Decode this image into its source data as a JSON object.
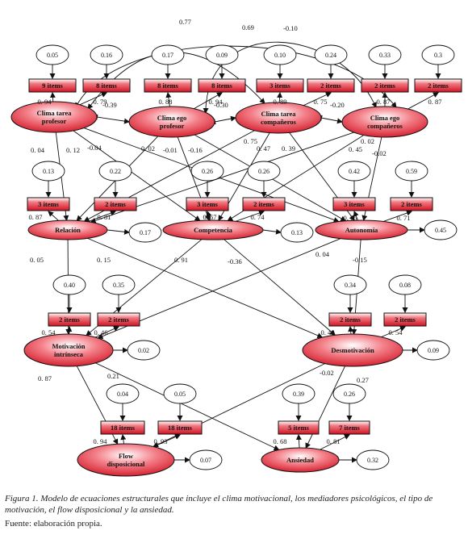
{
  "colors": {
    "fill": "#e31b2b",
    "fill_light": "#ffffff",
    "stroke": "#111111",
    "text": "#111111"
  },
  "diagram": {
    "latents": [
      {
        "id": "cp",
        "lines": [
          "Clima tarea",
          "profesor"
        ]
      },
      {
        "id": "ep",
        "lines": [
          "Clima ego",
          "profesor"
        ]
      },
      {
        "id": "cc",
        "lines": [
          "Clima tarea",
          "compañeros"
        ]
      },
      {
        "id": "ec",
        "lines": [
          "Clima ego",
          "compañeros"
        ]
      },
      {
        "id": "rel",
        "lines": [
          "Relación"
        ]
      },
      {
        "id": "com",
        "lines": [
          "Competencia"
        ]
      },
      {
        "id": "aut",
        "lines": [
          "Autonomía"
        ]
      },
      {
        "id": "mot",
        "lines": [
          "Motivación",
          "intrínseca"
        ]
      },
      {
        "id": "des",
        "lines": [
          "Desmotivación"
        ]
      },
      {
        "id": "flw",
        "lines": [
          "Flow",
          "disposicional"
        ]
      },
      {
        "id": "ans",
        "lines": [
          "Ansiedad"
        ]
      }
    ],
    "indicators": [
      {
        "id": "i1",
        "label": "9 items",
        "latent": "cp",
        "loading": "0. 94",
        "error": "0.05"
      },
      {
        "id": "i2",
        "label": "8 items",
        "latent": "cp",
        "loading": "0. 79",
        "error": "0.16"
      },
      {
        "id": "i3",
        "label": "8 items",
        "latent": "ep",
        "loading": "0. 88",
        "error": "0.17"
      },
      {
        "id": "i4",
        "label": "8 items",
        "latent": "ep",
        "loading": "0. 94",
        "error": "0.09"
      },
      {
        "id": "i5",
        "label": "3 items",
        "latent": "cc",
        "loading": "0. 89",
        "error": "0.10"
      },
      {
        "id": "i6",
        "label": "2 items",
        "latent": "cc",
        "loading": "0. 75",
        "error": "0.24"
      },
      {
        "id": "i7",
        "label": "2 items",
        "latent": "ec",
        "loading": "0. 87",
        "error": "0.33"
      },
      {
        "id": "i8",
        "label": "2 items",
        "latent": "ec",
        "loading": "0. 87",
        "error": "0.3"
      },
      {
        "id": "i9",
        "label": "3 items",
        "latent": "rel",
        "loading": "0. 87",
        "error": "0.13"
      },
      {
        "id": "i10",
        "label": "2 items",
        "latent": "rel",
        "loading": "0. 81",
        "error": "0.22"
      },
      {
        "id": "i11",
        "label": "3 items",
        "latent": "com",
        "loading": "0. 67",
        "error": "0.26"
      },
      {
        "id": "i12",
        "label": "2 items",
        "latent": "com",
        "loading": "0. 74",
        "error": "0.26"
      },
      {
        "id": "i13",
        "label": "3 items",
        "latent": "aut",
        "loading": "0. 75",
        "error": "0.42"
      },
      {
        "id": "i14",
        "label": "2 items",
        "latent": "aut",
        "loading": "0. 71",
        "error": "0.59"
      },
      {
        "id": "i15",
        "label": "2 items",
        "latent": "mot",
        "loading": "0. 54",
        "error": "0.40"
      },
      {
        "id": "i16",
        "label": "2 items",
        "latent": "mot",
        "loading": "0. 46",
        "error": "0.35"
      },
      {
        "id": "i17",
        "label": "2 items",
        "latent": "des",
        "loading": "0. 48",
        "error": "0.34"
      },
      {
        "id": "i18",
        "label": "2 items",
        "latent": "des",
        "loading": "0. 54",
        "error": "0.08"
      },
      {
        "id": "i19",
        "label": "18 items",
        "latent": "flw",
        "loading": "0. 94",
        "error": "0.04"
      },
      {
        "id": "i20",
        "label": "18 items",
        "latent": "flw",
        "loading": "0. 93",
        "error": "0.05"
      },
      {
        "id": "i21",
        "label": "5 items",
        "latent": "ans",
        "loading": "0. 68",
        "error": "0.39"
      },
      {
        "id": "i22",
        "label": "7 items",
        "latent": "ans",
        "loading": "0. 81",
        "error": "0.26"
      }
    ],
    "residuals": [
      {
        "latent": "rel",
        "value": "0.17"
      },
      {
        "latent": "com",
        "value": "0.13"
      },
      {
        "latent": "aut",
        "value": "0.45"
      },
      {
        "latent": "mot",
        "value": "0.02"
      },
      {
        "latent": "des",
        "value": "0.09"
      },
      {
        "latent": "flw",
        "value": "0.07"
      },
      {
        "latent": "ans",
        "value": "0.32"
      }
    ],
    "paths": [
      {
        "from": "cp",
        "to": "rel",
        "value": "0. 04"
      },
      {
        "from": "cp",
        "to": "com",
        "value": "0. 12"
      },
      {
        "from": "cp",
        "to": "aut",
        "value": "-0.04"
      },
      {
        "from": "ep",
        "to": "rel",
        "value": "0. 02"
      },
      {
        "from": "ep",
        "to": "com",
        "value": "-0.01"
      },
      {
        "from": "ep",
        "to": "aut",
        "value": "-0.16"
      },
      {
        "from": "cc",
        "to": "rel",
        "value": "0. 75"
      },
      {
        "from": "cc",
        "to": "com",
        "value": "0. 47"
      },
      {
        "from": "cc",
        "to": "aut",
        "value": "0. 39"
      },
      {
        "from": "ec",
        "to": "rel",
        "value": "0. 02"
      },
      {
        "from": "ec",
        "to": "com",
        "value": "0. 45"
      },
      {
        "from": "ec",
        "to": "aut",
        "value": "-0.02"
      },
      {
        "from": "rel",
        "to": "mot",
        "value": "0. 05"
      },
      {
        "from": "rel",
        "to": "des",
        "value": "0. 15"
      },
      {
        "from": "com",
        "to": "mot",
        "value": "0. 91"
      },
      {
        "from": "com",
        "to": "des",
        "value": "-0.36"
      },
      {
        "from": "aut",
        "to": "mot",
        "value": "0. 04"
      },
      {
        "from": "aut",
        "to": "des",
        "value": "-0.15"
      },
      {
        "from": "mot",
        "to": "flw",
        "value": "0. 87"
      },
      {
        "from": "mot",
        "to": "ans",
        "value": "0.21"
      },
      {
        "from": "des",
        "to": "flw",
        "value": "-0.02"
      },
      {
        "from": "des",
        "to": "ans",
        "value": "0.27"
      }
    ],
    "correlations": [
      {
        "from": "cp",
        "to": "ep",
        "value": "-0.39"
      },
      {
        "from": "ep",
        "to": "cc",
        "value": "-0.30"
      },
      {
        "from": "cc",
        "to": "ec",
        "value": "-0.20"
      },
      {
        "from": "cp",
        "to": "cc",
        "value": "0.77"
      },
      {
        "from": "ep",
        "to": "ec",
        "value": "0.69"
      },
      {
        "from": "cp",
        "to": "ec",
        "value": "-0.10"
      }
    ]
  },
  "caption": {
    "figure_label": "Figura 1.",
    "text_before_flow": " Modelo de ecuaciones estructurales que incluye el clima motivacional, los mediadores psicológicos, el tipo de motivación, el ",
    "flow_word": "flow",
    "text_after_flow": " disposicional y la ansiedad.",
    "source": "Fuente: elaboración propia."
  }
}
